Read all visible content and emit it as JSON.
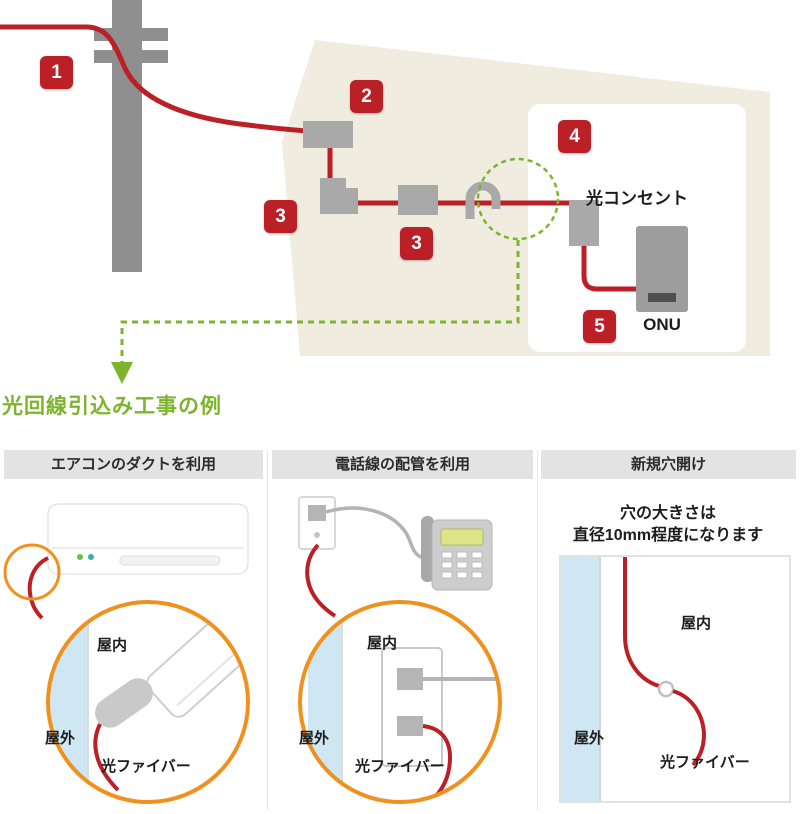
{
  "colors": {
    "accent_red": "#bb2026",
    "accent_green": "#7cb52b",
    "accent_orange": "#f0911e",
    "house_beige": "#f0ecdf",
    "equipment_gray": "#a9a9a9",
    "wall_light_blue": "#cfe7f2",
    "header_bg": "#e3e3e3"
  },
  "top_diagram": {
    "badges": [
      {
        "label": "1"
      },
      {
        "label": "2"
      },
      {
        "label": "3"
      },
      {
        "label": "3"
      },
      {
        "label": "4"
      },
      {
        "label": "5"
      }
    ],
    "optical_outlet_label": "光コンセント",
    "onu_label": "ONU",
    "caption": "光回線引込み工事の例"
  },
  "methods": [
    {
      "header": "エアコンのダクトを利用",
      "indoor_label": "屋内",
      "outdoor_label": "屋外",
      "fiber_label": "光ファイバー"
    },
    {
      "header": "電話線の配管を利用",
      "indoor_label": "屋内",
      "outdoor_label": "屋外",
      "fiber_label": "光ファイバー"
    },
    {
      "header": "新規穴開け",
      "note_line1": "穴の大きさは",
      "note_line2": "直径10mm程度になります",
      "indoor_label": "屋内",
      "outdoor_label": "屋外",
      "fiber_label": "光ファイバー"
    }
  ]
}
